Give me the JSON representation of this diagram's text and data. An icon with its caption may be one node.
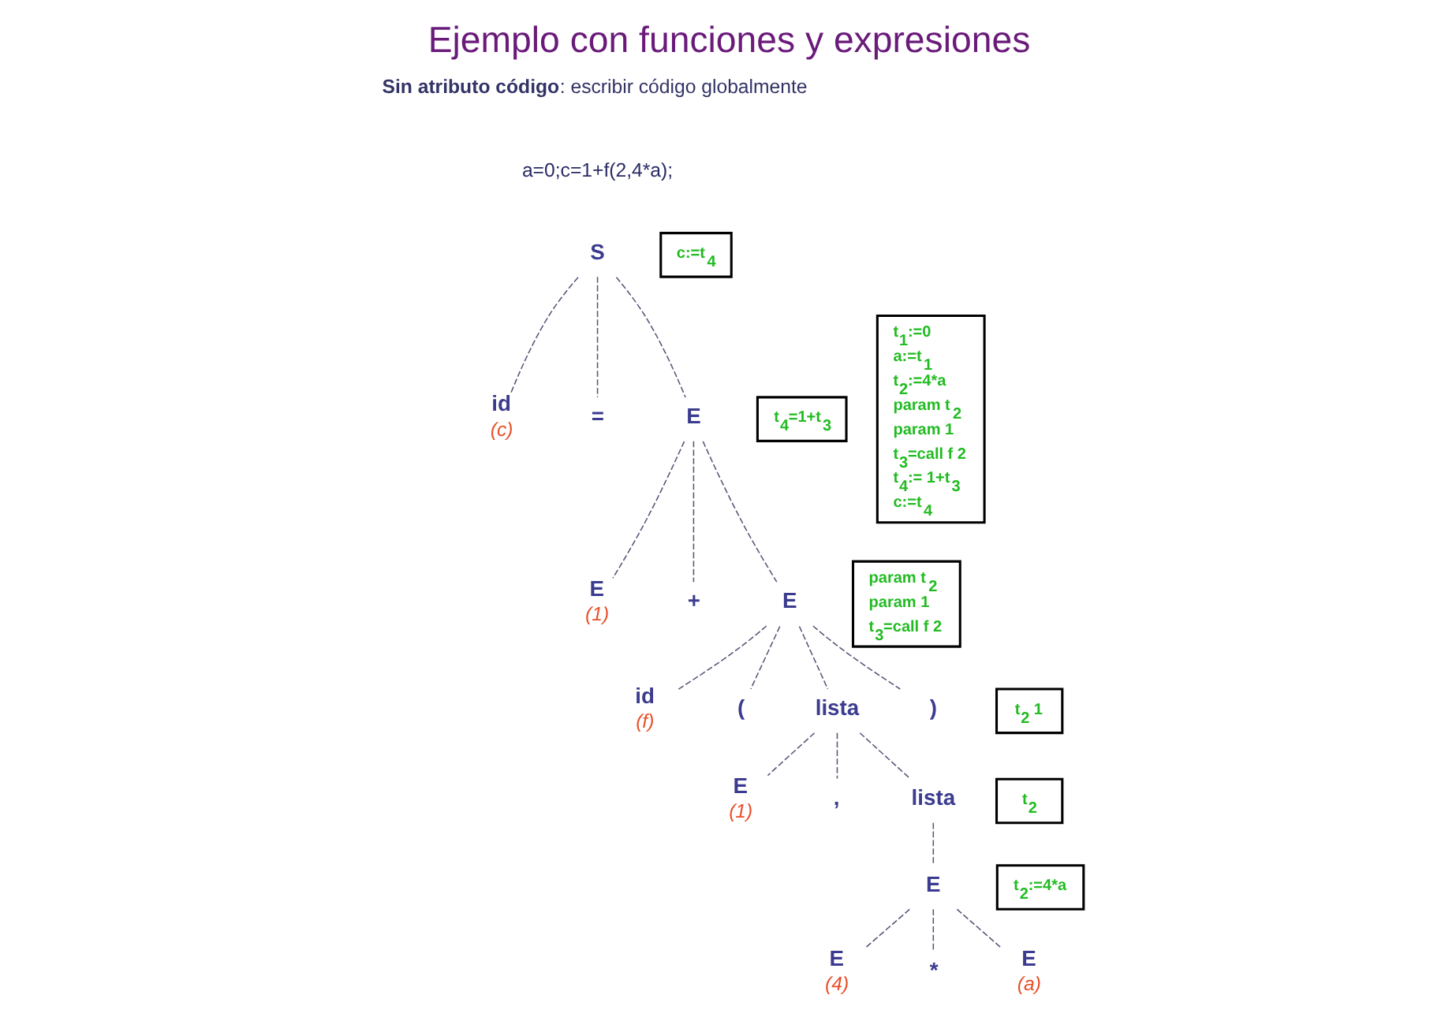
{
  "diagram": {
    "title": "Ejemplo con funciones y expresiones",
    "nodes": [
      {
        "text": [
          "S"
        ]
      },
      {
        "text": [
          "id"
        ],
        "beside": [
          "(c)"
        ]
      },
      {
        "text": [
          "="
        ]
      },
      {
        "text": [
          "E"
        ]
      },
      {
        "text": [
          "E"
        ],
        "beside": [
          "(1)"
        ]
      },
      {
        "text": [
          "+"
        ]
      },
      {
        "text": [
          "E"
        ]
      },
      {
        "text": [
          "id"
        ],
        "beside": [
          "(f)"
        ]
      },
      {
        "text": [
          "("
        ]
      },
      {
        "text": [
          "lista"
        ]
      },
      {
        "text": [
          ")"
        ]
      },
      {
        "text": [
          "E"
        ],
        "beside": [
          "(1)"
        ]
      },
      {
        "text": [
          ","
        ]
      },
      {
        "text": [
          "lista"
        ]
      },
      {
        "text": [
          "E"
        ]
      },
      {
        "text": [
          "E"
        ],
        "beside": [
          "(4)"
        ]
      },
      {
        "text": [
          "*"
        ]
      },
      {
        "text": [
          "E"
        ],
        "beside": [
          "(a)"
        ]
      },
      {
        "text": [
          "c:=t$_{4}$"
        ]
      },
      {
        "text": [
          "t$_{4}$=1+t$_{3}$"
        ]
      },
      {
        "text": [
          "param t$_{2}$",
          "param 1",
          "t$_{3}$=call f 2"
        ]
      },
      {
        "text": [
          "t$_{2}$ 1"
        ]
      },
      {
        "text": [
          "t$_{2}$"
        ]
      },
      {
        "text": [
          "t$_{2}$:=4*a"
        ]
      },
      {
        "text": [
          "t$_{1}$:=0",
          "a:=t$_{1}$",
          "t$_{2}$:=4*a",
          "param t$_{2}$",
          "param 1",
          "t$_{3}$=call f 2",
          "t$_{4}$:= 1+t$_{3}$",
          "c:=t$_{4}$"
        ]
      }
    ],
    "edges": [
      {
        "from": 0,
        "to": 1,
        "arrow": "none",
        "style": "dashed"
      },
      {
        "from": 0,
        "to": 2,
        "arrow": "none",
        "style": "dashed"
      },
      {
        "from": 0,
        "to": 3,
        "arrow": "none",
        "style": "dashed"
      },
      {
        "from": 3,
        "to": 4,
        "arrow": "none",
        "style": "dashed"
      },
      {
        "from": 3,
        "to": 5,
        "arrow": "none",
        "style": "dashed"
      },
      {
        "from": 3,
        "to": 6,
        "arrow": "none",
        "style": "dashed"
      },
      {
        "from": 6,
        "to": 7,
        "arrow": "none",
        "style": "dashed"
      },
      {
        "from": 6,
        "to": 8,
        "arrow": "none",
        "style": "dashed"
      },
      {
        "from": 6,
        "to": 9,
        "arrow": "none",
        "style": "dashed"
      },
      {
        "from": 6,
        "to": 10,
        "arrow": "none",
        "style": "dashed"
      },
      {
        "from": 9,
        "to": 11,
        "arrow": "none",
        "style": "dashed"
      },
      {
        "from": 9,
        "to": 12,
        "arrow": "none",
        "style": "dashed"
      },
      {
        "from": 9,
        "to": 13,
        "arrow": "none",
        "style": "dashed"
      },
      {
        "from": 13,
        "to": 14,
        "arrow": "none",
        "style": "dashed"
      },
      {
        "from": 14,
        "to": 15,
        "arrow": "none",
        "style": "dashed"
      },
      {
        "from": 14,
        "to": 16,
        "arrow": "none",
        "style": "dashed"
      },
      {
        "from": 14,
        "to": 17,
        "arrow": "none",
        "style": "dashed"
      }
    ],
    "labels": [
      "**Sin atributo código**: escribir código globalmente",
      "a=0;c=1+f(2,4*a);"
    ]
  }
}
